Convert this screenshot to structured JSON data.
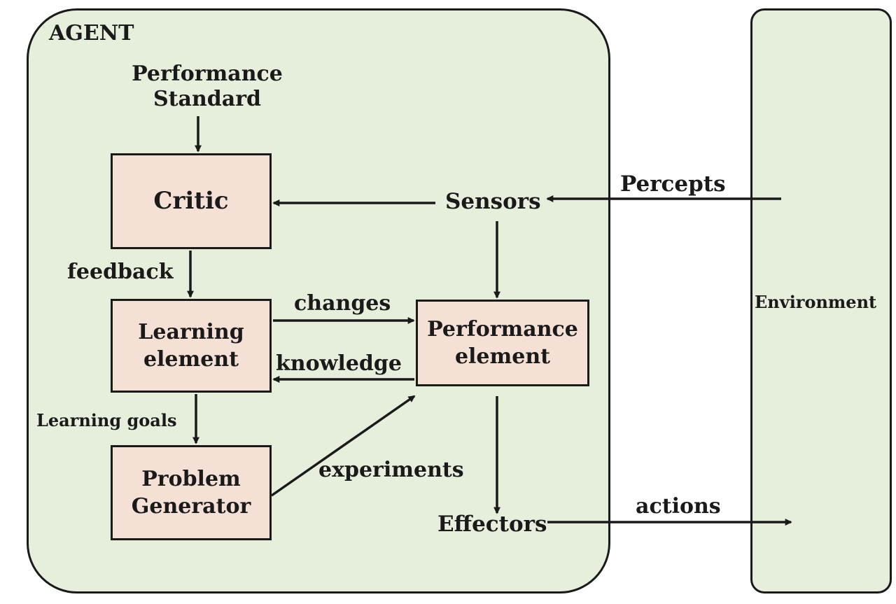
{
  "agent_label": "AGENT",
  "environment_label": "Environment",
  "performance_standard": "Performance\nStandard",
  "boxes": {
    "critic": "Critic",
    "learning_element": "Learning\nelement",
    "performance_element": "Performance\nelement",
    "problem_generator": "Problem\nGenerator"
  },
  "nodes": {
    "sensors": "Sensors",
    "effectors": "Effectors"
  },
  "edge_labels": {
    "percepts": "Percepts",
    "feedback": "feedback",
    "changes": "changes",
    "knowledge": "knowledge",
    "learning_goals": "Learning goals",
    "experiments": "experiments",
    "actions": "actions"
  },
  "colors": {
    "panel_fill": "#e6efdc",
    "box_fill": "#f5e0d6",
    "stroke": "#1a1a1a"
  }
}
